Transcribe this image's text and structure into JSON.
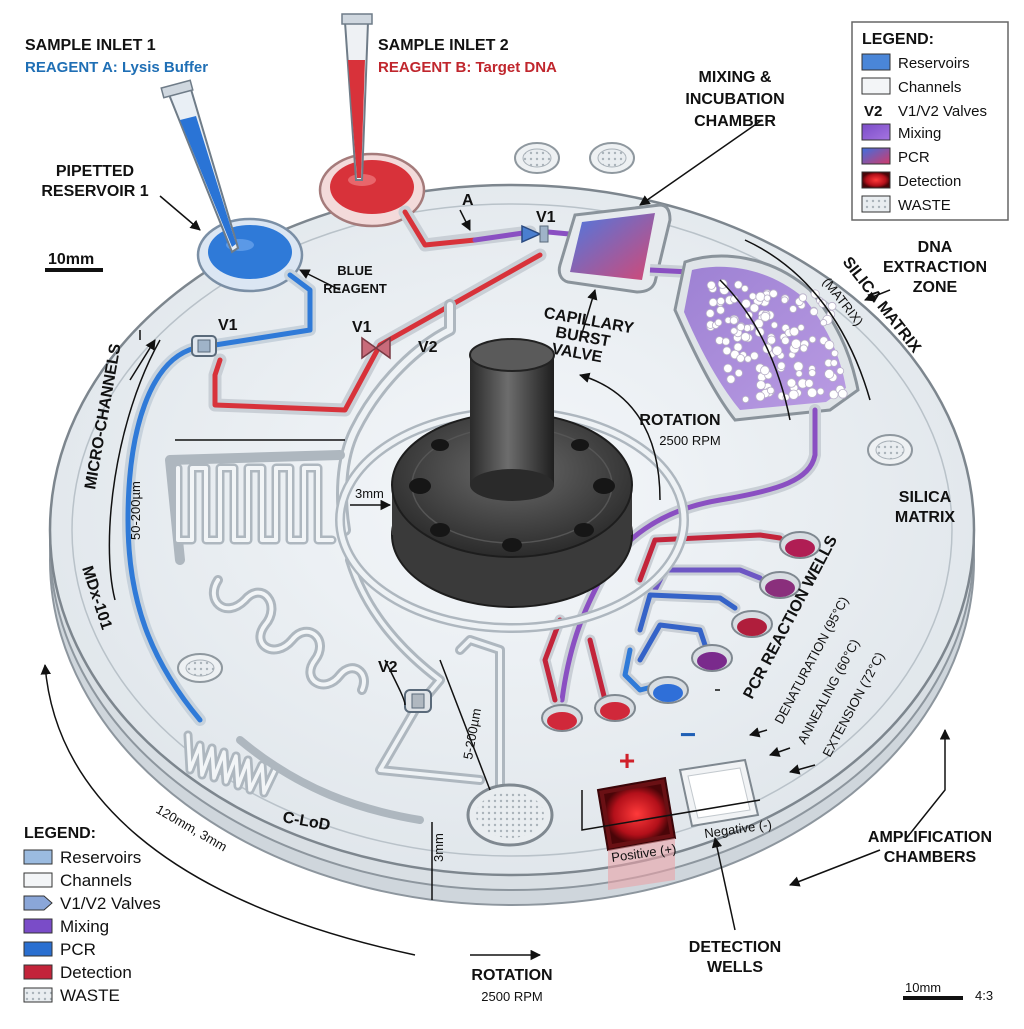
{
  "inlets": {
    "inlet1_title": "SAMPLE INLET 1",
    "inlet1_reagent": "REAGENT A: Lysis Buffer",
    "inlet2_title": "SAMPLE INLET 2",
    "inlet2_reagent": "REAGENT B: Target DNA"
  },
  "labels": {
    "pipetted_line1": "PIPETTED",
    "pipetted_line2": "RESERVOIR 1",
    "scale_top": "10mm",
    "blue_line1": "BLUE",
    "blue_line2": "REAGENT",
    "valve_v1_left": "V1",
    "valve_v1_mid": "V1",
    "valve_v1_top": "V1",
    "valve_v2_mid": "V2",
    "valve_v2_bottom": "V2",
    "flow_a": "A",
    "mixing_line1": "MIXING &",
    "mixing_line2": "INCUBATION",
    "mixing_line3": "CHAMBER",
    "capillary_line1": "CAPILLARY",
    "capillary_line2": "BURST",
    "capillary_line3": "VALVE",
    "dna_line1": "DNA",
    "dna_line2": "EXTRACTION",
    "dna_line3": "ZONE",
    "silica_matrix_curved": "SILICA MATRIX",
    "matrix_paren": "(MATRIX)",
    "rotation_mid_line1": "ROTATION",
    "rotation_mid_line2": "2500 RPM",
    "silica_right_line1": "SILICA",
    "silica_right_line2": "MATRIX",
    "micro_channels": "MICRO-CHANNELS",
    "channel_width_left": "50-200µm",
    "hub_gap": "3mm",
    "device_name": "MDx-101",
    "channel_width_bottom": "5-200µm",
    "pcr_wells": "PCR REACTION WELLS",
    "denaturation": "DENATURATION (95°C)",
    "annealing": "ANNEALING (60°C)",
    "extension": "EXTENSION (72°C)",
    "plus": "+",
    "minus": "−",
    "positive": "Positive (+)",
    "negative": "Negative (-)",
    "amplification_line1": "AMPLIFICATION",
    "amplification_line2": "CHAMBERS",
    "detection_line1": "DETECTION",
    "detection_line2": "WELLS",
    "c_lod": "C-LoD",
    "thickness": "3mm",
    "disc_size": "120mm, 3mm",
    "rotation_bottom_line1": "ROTATION",
    "rotation_bottom_line2": "2500 RPM",
    "scale_bottom": "10mm",
    "aspect": "4:3"
  },
  "legend_top": {
    "title": "LEGEND:",
    "items": [
      "Reservoirs",
      "Channels",
      "V1/V2 Valves",
      "Mixing",
      "PCR",
      "Detection",
      "WASTE"
    ],
    "valve_prefix": "V2"
  },
  "legend_bottom": {
    "title": "LEGEND:",
    "items": [
      "Reservoirs",
      "Channels",
      "V1/V2 Valves",
      "Mixing",
      "PCR",
      "Detection",
      "WASTE"
    ]
  },
  "colors": {
    "blue_reagent": "#2a74d6",
    "red_reagent": "#d8323a",
    "mixing": "#8a4fc2",
    "detection_red": "#c3243a",
    "disc_edge": "#9aa4ad"
  }
}
